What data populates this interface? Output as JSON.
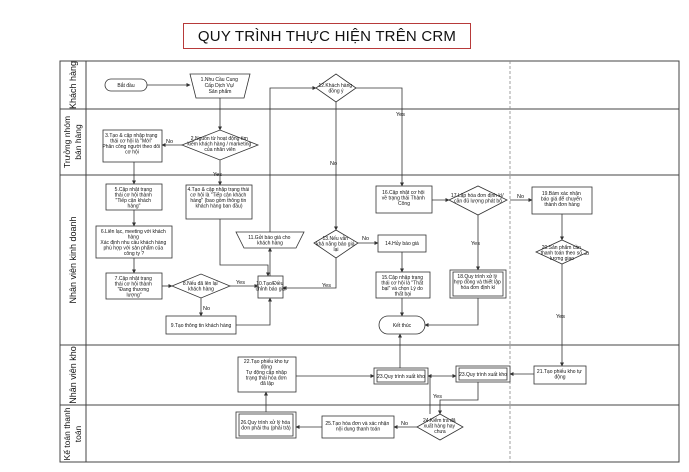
{
  "title": "QUY TRÌNH THỰC HIỆN TRÊN CRM",
  "lanes": [
    "Khách hàng",
    "Trưởng nhóm bán hàng",
    "Nhân viên kinh doanh",
    "Nhân viên kho",
    "Kế toán thanh toán"
  ],
  "nodes": {
    "start": "Bắt đầu",
    "n1": "1.Nhu Cầu Cung Cấp Dịch Vụ/ Sản phẩm",
    "n2": "2.Nguồn từ hoạt động tìm kiếm khách hàng / marketing của nhân viên",
    "n3": "3.Tạo & cập nhập trạng thái cơ hội là \"Mới\" Phân công người theo dõi cơ hội",
    "n4": "4.Tạo & cập nhập trạng thái cơ hội là \"Tiếp cận khách hàng\" (bao gồm thông tin khách hàng ban đầu)",
    "n5": "5.Cập nhật trạng thái cơ hội thành \"Tiếp cận khách hàng\"",
    "n6": "6.Liên lạc, meeting với khách hàng Xác định nhu cầu khách hàng phù hợp với sản phẩm của công ty ?",
    "n7": "7.Cập nhật trạng thái cơ hội thành \"Đang thương lượng\"",
    "n8": "8.Nếu đã lên lại khách hàng",
    "n9": "9.Tạo thông tin khách hàng",
    "n10": "10.Tạo/Điều chỉnh báo giá",
    "n11": "11.Gửi báo giá cho khách hàng",
    "n12": "12.Khách hàng đồng ý",
    "n13": "13.Nếu vẫn khả năng báo giá lại",
    "n14": "14.Hủy báo giá",
    "n15": "15.Cập nhập trạng thái cơ hội là \"Thất bại\" và chọn Lý do thất bại",
    "n16": "16.Cập nhật cơ hội về trạng thái Thành Công",
    "n17": "17.Lập hóa đơn định kì/ cần đủ lượng phát bổ",
    "n18": "18.Quy trình xử lý hợp đồng và thiết lập hóa đơn định kì",
    "n19": "19.Bám xác nhận báo giá để chuyển thành đơn hàng",
    "n20": "20.Sản phẩm cần thanh toán theo số lượng giao",
    "n21": "21.Tạo phiếu kho tự động",
    "n22": "22.Tạo phiếu kho tự động Tự động cập nhập trạng thái hóa đơn đã lập",
    "n23a": "23.Quy trình xuất kho",
    "n23b": "23.Quy trình xuất kho",
    "n24": "24.Kiểm tra đã xuất hàng hay chưa",
    "n25": "25.Tạo hóa đơn và xác nhận nội dung thanh toán",
    "n26": "26.Quy trình xử lý hóa đơn phải thu (phải trả)",
    "end": "Kết thúc"
  },
  "edge_labels": {
    "yes": "Yes",
    "no": "No"
  },
  "colors": {
    "title_border": "#b73a3a",
    "line": "#333333",
    "lane_border": "#444444"
  }
}
